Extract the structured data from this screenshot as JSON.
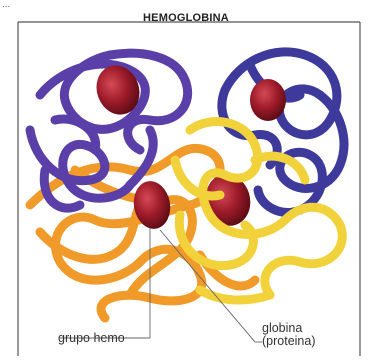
{
  "title": "HEMOGLOBINA",
  "corner_marks": "...",
  "labels": {
    "heme_group": "grupo hemo",
    "globin_line1": "globina",
    "globin_line2": "(proteina)"
  },
  "colors": {
    "purple_chain": "#5a3fa8",
    "blue_chain": "#3d3a9c",
    "orange_chain": "#f09a2a",
    "yellow_chain": "#f2d23a",
    "heme": "#9e1b2a",
    "frame": "#555555",
    "leader": "#666666"
  }
}
